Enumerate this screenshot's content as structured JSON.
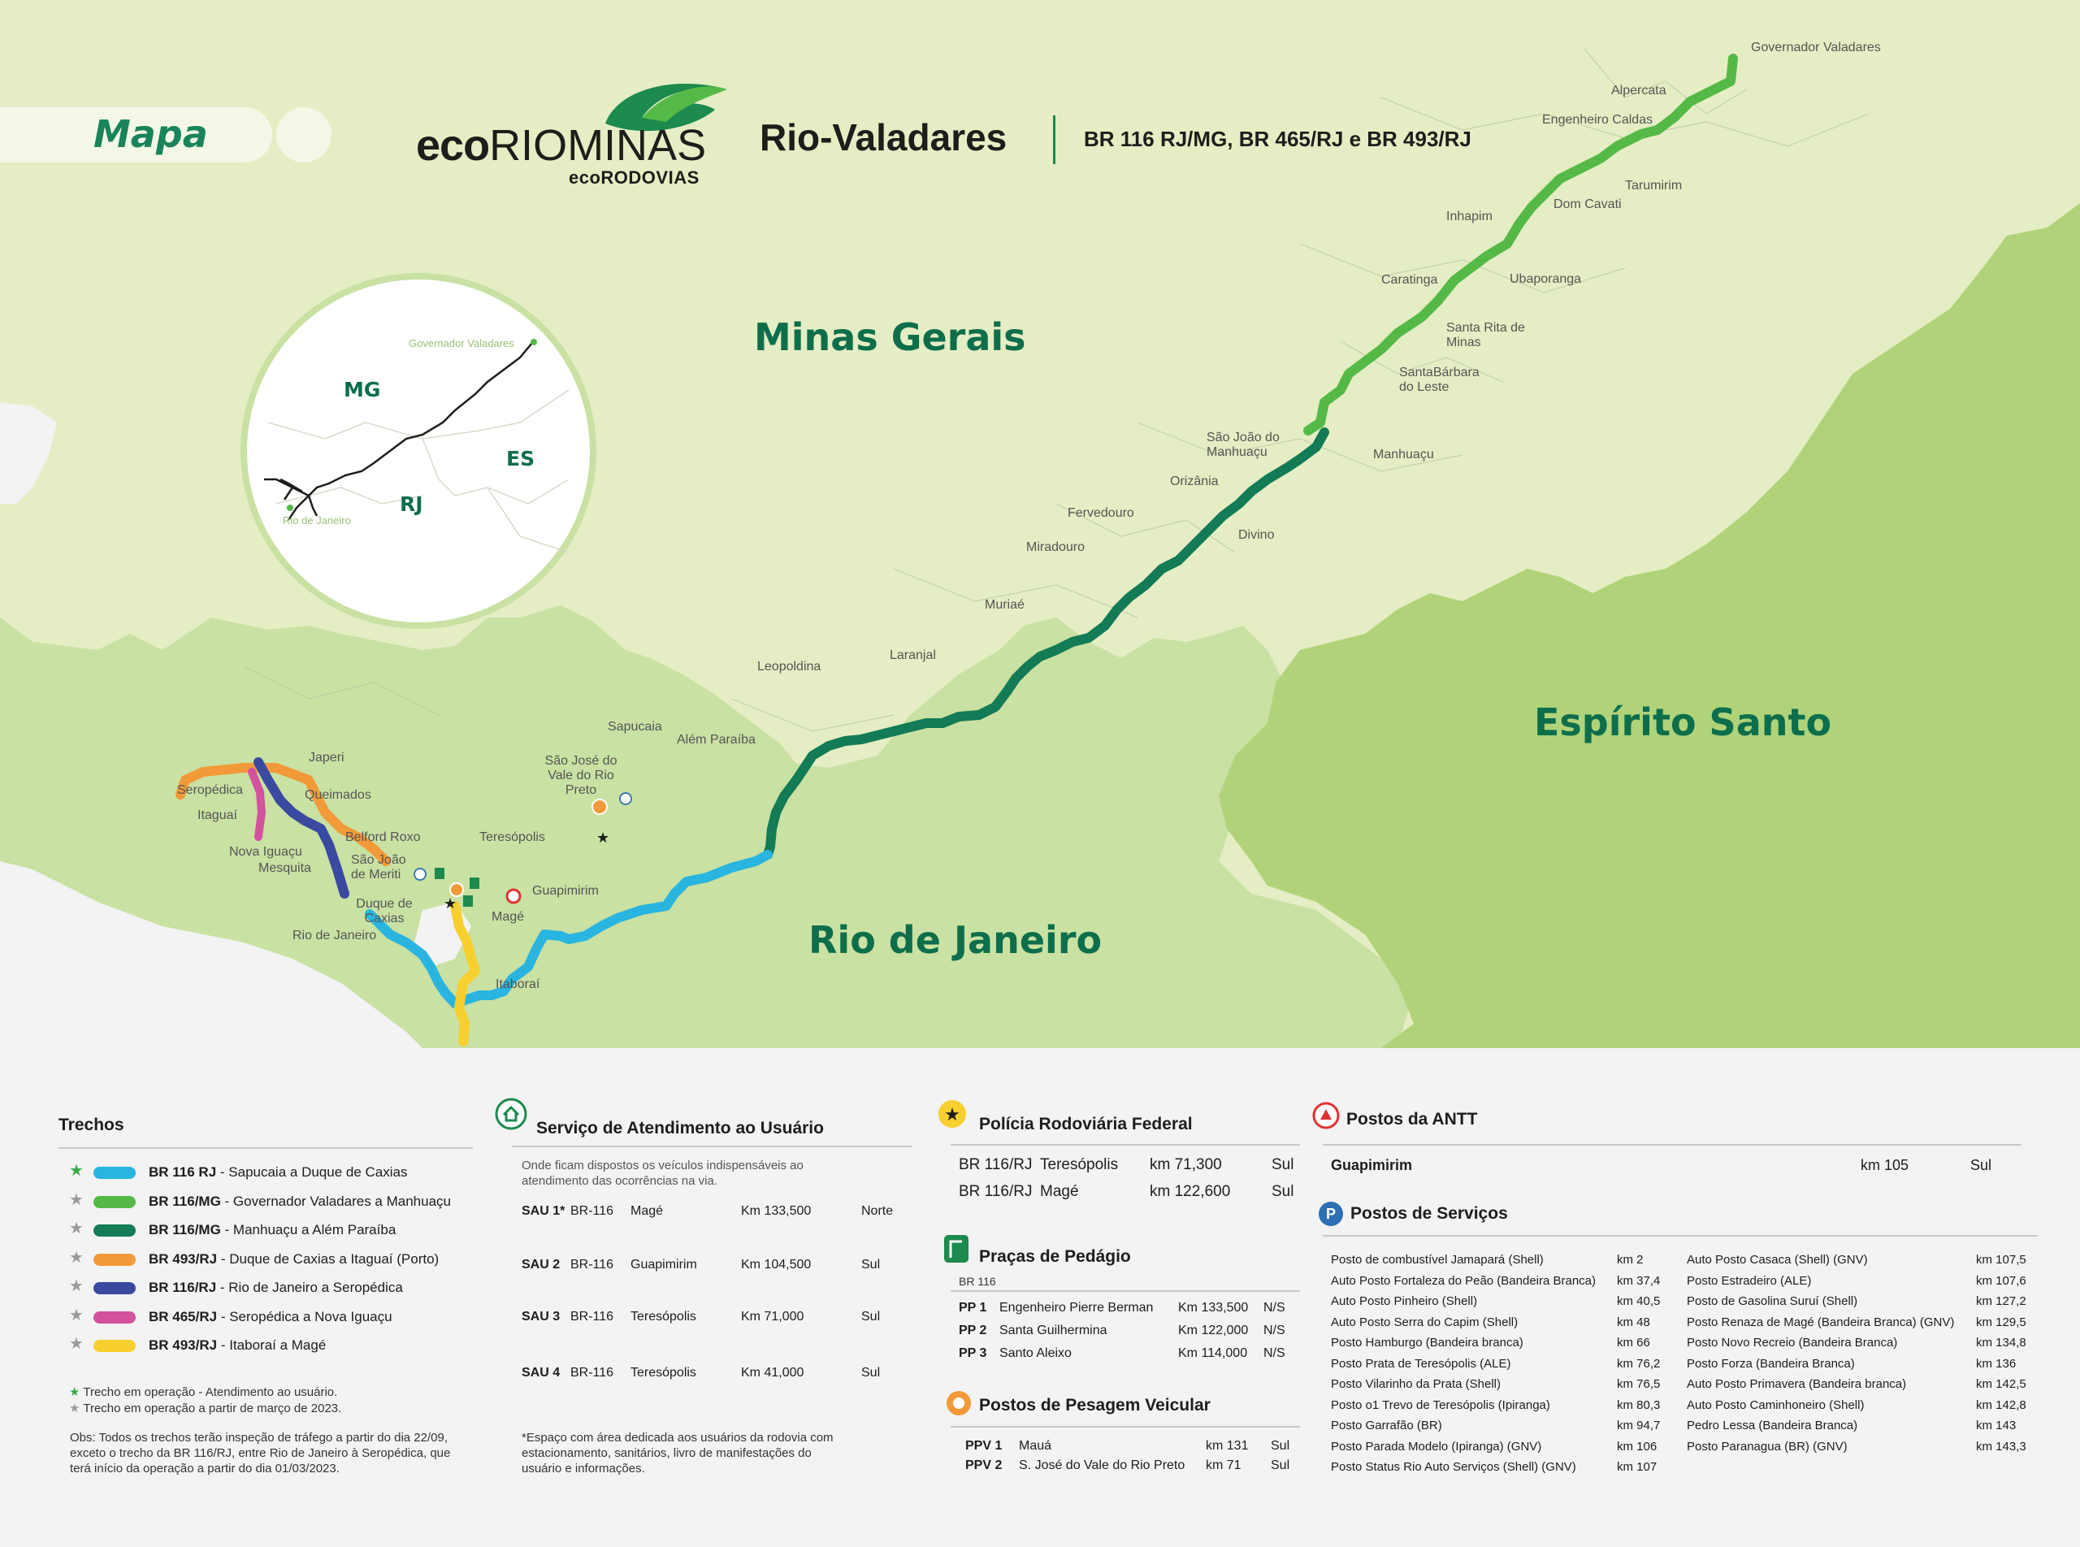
{
  "header": {
    "tab_title": "Mapa",
    "logo_eco": "eco",
    "logo_riominas": "RIOMINAS",
    "logo_sub": "ecoRODOVIAS",
    "title": "Rio-Valadares",
    "subtitle": "BR 116 RJ/MG, BR 465/RJ e BR 493/RJ"
  },
  "map": {
    "regions": {
      "mg": "Minas Gerais",
      "es": "Espírito Santo",
      "rj": "Rio de Janeiro"
    },
    "inset": {
      "mg": "MG",
      "es": "ES",
      "rj": "RJ",
      "city_top": "Governador Valadares",
      "city_bottom": "Rio de Janeiro"
    },
    "cities": {
      "governador_valadares": "Governador Valadares",
      "alpercata": "Alpercata",
      "engenheiro_caldas": "Engenheiro Caldas",
      "tarumirim": "Tarumirim",
      "dom_cavati": "Dom Cavati",
      "inhapim": "Inhapim",
      "caratinga": "Caratinga",
      "ubaporanga": "Ubaporanga",
      "santa_rita": "Santa Rita de Minas",
      "santa_barbara": "SantaBárbara do Leste",
      "sao_joao_manhuacu": "São João do Manhuaçu",
      "manhuacu": "Manhuaçu",
      "orizania": "Orizânia",
      "fervedouro": "Fervedouro",
      "divino": "Divino",
      "miradouro": "Miradouro",
      "muriae": "Muriaé",
      "laranjal": "Laranjal",
      "leopoldina": "Leopoldina",
      "sapucaia": "Sapucaia",
      "alem_paraiba": "Além Paraíba",
      "sao_jose_vale": "São José do Vale do Rio Preto",
      "teresopolis": "Teresópolis",
      "guapimirim": "Guapimirim",
      "mage": "Magé",
      "itaborai": "Itaboraí",
      "japeri": "Japeri",
      "seropedica": "Seropédica",
      "queimados": "Queimados",
      "itaguai": "Itaguaí",
      "nova_iguacu": "Nova Iguaçu",
      "mesquita": "Mesquita",
      "belford_roxo": "Belford Roxo",
      "sao_joao_meriti": "São João de Meriti",
      "duque_caxias": "Duque de Caxias",
      "rio_de_janeiro": "Rio de Janeiro"
    }
  },
  "colors": {
    "cyan": "#29b5e0",
    "light_green": "#55b947",
    "dark_green": "#137b55",
    "orange": "#f29a39",
    "navy": "#3a4aa0",
    "pink": "#d4519e",
    "yellow": "#f7cf2e"
  },
  "trechos": {
    "title": "Trechos",
    "items": [
      {
        "road": "BR 116 RJ",
        "desc": " - Sapucaia a Duque de Caxias",
        "color": "#29b5e0",
        "star": "green"
      },
      {
        "road": "BR 116/MG",
        "desc": " - Governador Valadares a Manhuaçu",
        "color": "#55b947",
        "star": "gray"
      },
      {
        "road": "BR 116/MG",
        "desc": " - Manhuaçu a Além Paraíba",
        "color": "#137b55",
        "star": "gray"
      },
      {
        "road": "BR 493/RJ",
        "desc": " - Duque de Caxias a Itaguaí (Porto)",
        "color": "#f29a39",
        "star": "gray"
      },
      {
        "road": "BR 116/RJ",
        "desc": " - Rio de Janeiro a Seropédica",
        "color": "#3a4aa0",
        "star": "gray"
      },
      {
        "road": "BR 465/RJ",
        "desc": " - Seropédica a Nova Iguaçu",
        "color": "#d4519e",
        "star": "gray"
      },
      {
        "road": "BR 493/RJ",
        "desc": " - Itaboraí a Magé",
        "color": "#f7cf2e",
        "star": "gray"
      }
    ],
    "note_green": "Trecho em operação - Atendimento ao usuário.",
    "note_gray": "Trecho em operação a partir de março de 2023.",
    "obs": [
      "Obs: Todos os trechos terão inspeção de tráfego a partir do dia 22/09,",
      "exceto o trecho da BR 116/RJ, entre Rio de Janeiro à Seropédica, que",
      "terá início da operação a partir do dia 01/03/2023."
    ]
  },
  "sau": {
    "title": "Serviço de Atendimento ao Usuário",
    "desc": [
      "Onde ficam dispostos os veículos indispensáveis ao",
      "atendimento das ocorrências na via."
    ],
    "rows": [
      {
        "code": "SAU 1*",
        "road": "BR-116",
        "city": "Magé",
        "km": "Km 133,500",
        "dir": "Norte"
      },
      {
        "code": "SAU 2",
        "road": "BR-116",
        "city": "Guapimirim",
        "km": "Km 104,500",
        "dir": "Sul"
      },
      {
        "code": "SAU 3",
        "road": "BR-116",
        "city": "Teresópolis",
        "km": "Km 71,000",
        "dir": "Sul"
      },
      {
        "code": "SAU 4",
        "road": "BR-116",
        "city": "Teresópolis",
        "km": "Km 41,000",
        "dir": "Sul"
      }
    ],
    "footnote": [
      "*Espaço com área dedicada aos usuários da rodovia com",
      "estacionamento, sanitários, livro de manifestações do",
      "usuário e informações."
    ]
  },
  "prf": {
    "title": "Polícia Rodoviária Federal",
    "rows": [
      {
        "road": "BR 116/RJ",
        "city": "Teresópolis",
        "km": "km 71,300",
        "dir": "Sul"
      },
      {
        "road": "BR 116/RJ",
        "city": "Magé",
        "km": "km 122,600",
        "dir": "Sul"
      }
    ]
  },
  "pedagio": {
    "title": "Praças de Pedágio",
    "sub": "BR 116",
    "rows": [
      {
        "code": "PP 1",
        "name": "Engenheiro Pierre Berman",
        "km": "Km 133,500",
        "dir": "N/S"
      },
      {
        "code": "PP 2",
        "name": "Santa Guilhermina",
        "km": "Km 122,000",
        "dir": "N/S"
      },
      {
        "code": "PP 3",
        "name": "Santo Aleixo",
        "km": "Km 114,000",
        "dir": "N/S"
      }
    ]
  },
  "pesagem": {
    "title": "Postos de Pesagem Veicular",
    "rows": [
      {
        "code": "PPV 1",
        "name": "Mauá",
        "km": "km 131",
        "dir": "Sul"
      },
      {
        "code": "PPV 2",
        "name": "S. José do Vale do Rio Preto",
        "km": "km 71",
        "dir": "Sul"
      }
    ]
  },
  "antt": {
    "title": "Postos da ANTT",
    "row": {
      "name": "Guapimirim",
      "km": "km 105",
      "dir": "Sul"
    }
  },
  "servicos": {
    "title": "Postos de Serviços",
    "left": [
      {
        "name": "Posto de combustível Jamapará (Shell)",
        "km": "km 2"
      },
      {
        "name": "Auto Posto Fortaleza do Peão (Bandeira Branca)",
        "km": "km 37,4"
      },
      {
        "name": "Auto Posto Pinheiro (Shell)",
        "km": "km 40,5"
      },
      {
        "name": "Auto Posto Serra do Capim (Shell)",
        "km": "km 48"
      },
      {
        "name": "Posto Hamburgo (Bandeira branca)",
        "km": "km 66"
      },
      {
        "name": "Posto Prata de Teresópolis (ALE)",
        "km": "km 76,2"
      },
      {
        "name": "Posto Vilarinho da Prata (Shell)",
        "km": "km 76,5"
      },
      {
        "name": "Posto o1 Trevo de Teresópolis (Ipiranga)",
        "km": "km 80,3"
      },
      {
        "name": "Posto Garrafão (BR)",
        "km": "km 94,7"
      },
      {
        "name": "Posto Parada Modelo (Ipiranga) (GNV)",
        "km": "km 106"
      },
      {
        "name": "Posto Status Rio Auto Serviços (Shell) (GNV)",
        "km": "km 107"
      }
    ],
    "right": [
      {
        "name": "Auto Posto Casaca (Shell) (GNV)",
        "km": "km 107,5"
      },
      {
        "name": "Posto Estradeiro (ALE)",
        "km": "km 107,6"
      },
      {
        "name": "Posto de Gasolina Suruí (Shell)",
        "km": "km 127,2"
      },
      {
        "name": "Posto Renaza de Magé (Bandeira Branca) (GNV)",
        "km": "km 129,5"
      },
      {
        "name": "Posto Novo Recreio (Bandeira Branca)",
        "km": "km 134,8"
      },
      {
        "name": "Posto Forza (Bandeira Branca)",
        "km": "km 136"
      },
      {
        "name": "Auto Posto Primavera (Bandeira branca)",
        "km": "km 142,5"
      },
      {
        "name": "Auto Posto Caminhoneiro (Shell)",
        "km": "km 142,8"
      },
      {
        "name": "Pedro Lessa (Bandeira Branca)",
        "km": "km 143"
      },
      {
        "name": "Posto Paranagua (BR) (GNV)",
        "km": "km 143,3"
      }
    ]
  }
}
